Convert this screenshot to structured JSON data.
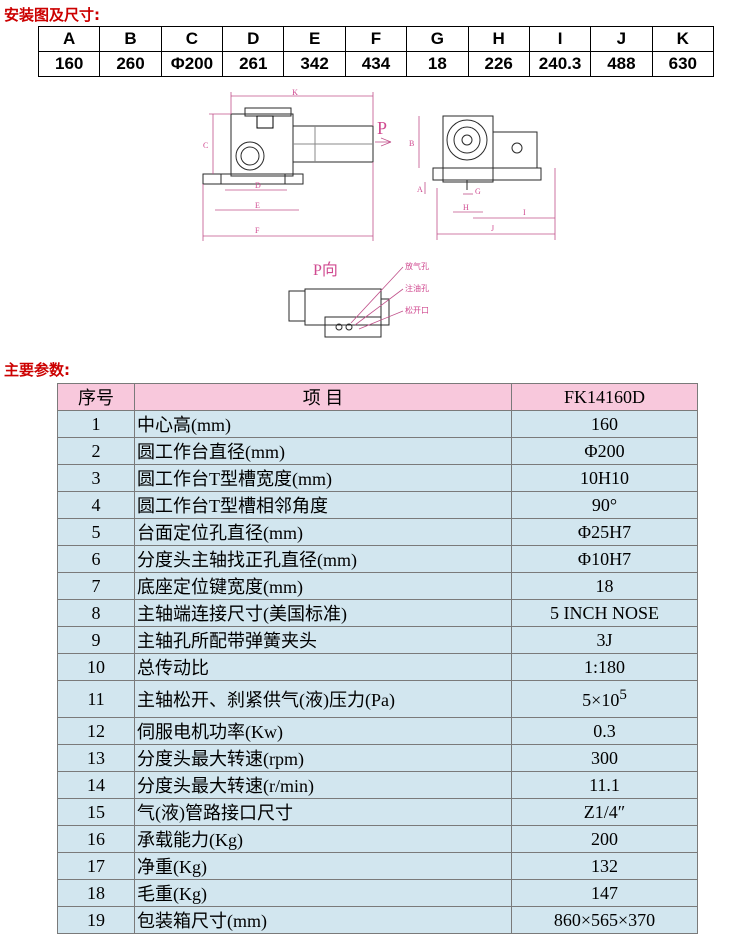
{
  "install_title": "安装图及尺寸:",
  "dimensions": {
    "headers": [
      "A",
      "B",
      "C",
      "D",
      "E",
      "F",
      "G",
      "H",
      "I",
      "J",
      "K"
    ],
    "values": [
      "160",
      "260",
      "Φ200",
      "261",
      "342",
      "434",
      "18",
      "226",
      "240.3",
      "488",
      "630"
    ]
  },
  "drawing_labels": {
    "side_k": "K",
    "side_c": "C",
    "side_d": "D",
    "side_e": "E",
    "side_f": "F",
    "p_arrow": "P",
    "front_b": "B",
    "front_a": "A",
    "front_g": "G",
    "front_h": "H",
    "front_i": "I",
    "front_j": "J",
    "p_view": "P向",
    "port_release": "放气孔",
    "port_fill": "注油孔",
    "port_loosen": "松开口"
  },
  "params_title": "主要参数:",
  "params": {
    "header": {
      "no": "序号",
      "item": "项          目",
      "model": "FK14160D"
    },
    "rows": [
      {
        "no": "1",
        "item": "中心高(mm)",
        "value": "160"
      },
      {
        "no": "2",
        "item": "圆工作台直径(mm)",
        "value": "Φ200"
      },
      {
        "no": "3",
        "item": "圆工作台T型槽宽度(mm)",
        "value": "10H10"
      },
      {
        "no": "4",
        "item": "圆工作台T型槽相邻角度",
        "value": "90°"
      },
      {
        "no": "5",
        "item": "台面定位孔直径(mm)",
        "value": "Φ25H7"
      },
      {
        "no": "6",
        "item": "分度头主轴找正孔直径(mm)",
        "value": "Φ10H7"
      },
      {
        "no": "7",
        "item": "底座定位键宽度(mm)",
        "value": "18"
      },
      {
        "no": "8",
        "item": "主轴端连接尺寸(美国标准)",
        "value": "5 INCH NOSE"
      },
      {
        "no": "9",
        "item": "主轴孔所配带弹簧夹头",
        "value": "3J"
      },
      {
        "no": "10",
        "item": "总传动比",
        "value": "1:180"
      },
      {
        "no": "11",
        "item": "主轴松开、刹紧供气(液)压力(Pa)",
        "value": "5×10",
        "sup": "5"
      },
      {
        "no": "12",
        "item": "伺服电机功率(Kw)",
        "value": "0.3"
      },
      {
        "no": "13",
        "item": "分度头最大转速(rpm)",
        "value": "300"
      },
      {
        "no": "14",
        "item": "分度头最大转速(r/min)",
        "value": "11.1"
      },
      {
        "no": "15",
        "item": "气(液)管路接口尺寸",
        "value": "Z1/4″"
      },
      {
        "no": "16",
        "item": "承载能力(Kg)",
        "value": "200"
      },
      {
        "no": "17",
        "item": "净重(Kg)",
        "value": "132"
      },
      {
        "no": "18",
        "item": "毛重(Kg)",
        "value": "147"
      },
      {
        "no": "19",
        "item": "包装箱尺寸(mm)",
        "value": "860×565×370"
      }
    ]
  }
}
